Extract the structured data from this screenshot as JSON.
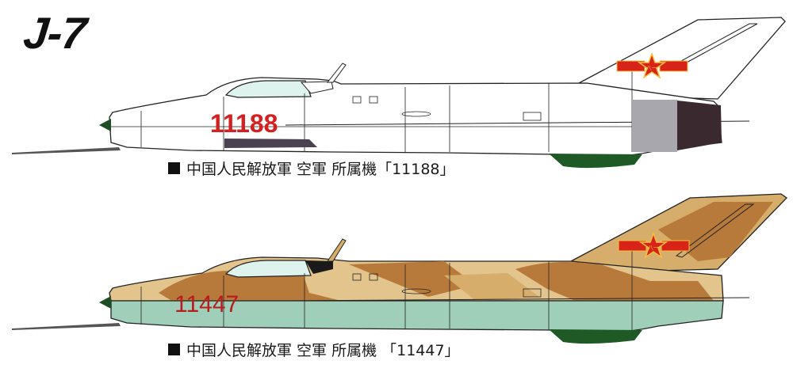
{
  "title": "J-7",
  "aircraft": [
    {
      "id": "white",
      "scheme": "natural metal / white",
      "serial_on_nose": "11188",
      "caption": {
        "bullet": "■",
        "text": "中国人民解放軍 空軍 所属機「11188」"
      },
      "colors": {
        "fuselage": "#ffffff",
        "canopy": "#dff3ee",
        "serial": "#d42020",
        "nose_cone": "#1f4d23",
        "ventral_fin": "#1f5a26",
        "exhaust_grey": "#a8a7ad",
        "exhaust_dark": "#3a2a30",
        "intake_dark": "#4a4250"
      }
    },
    {
      "id": "camo",
      "scheme": "desert camouflage",
      "serial_on_nose": "11447",
      "caption": {
        "bullet": "■",
        "text": "中国人民解放軍 空軍 所属機 「11447」"
      },
      "colors": {
        "tan_light": "#e2c48c",
        "tan_mid": "#d6ad6a",
        "brown": "#b77a3a",
        "underside": "#9fcfb8",
        "canopy": "#dff3ee",
        "serial": "#b81c1c",
        "nose_cone": "#1f4d23",
        "ventral_fin": "#1f5a26",
        "windscreen_frame": "#1a1a1a"
      }
    }
  ],
  "insignia": {
    "bar_color": "#d82418",
    "outline_color": "#f5c042",
    "star_color": "#d82418",
    "center_glyph": "八一"
  }
}
